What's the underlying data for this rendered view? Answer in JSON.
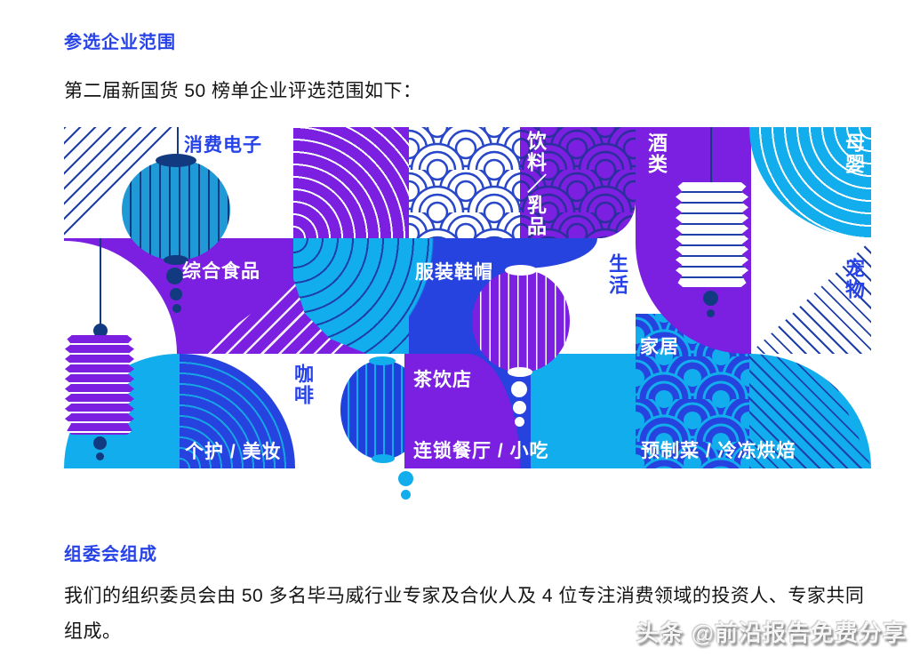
{
  "page": {
    "section1": {
      "heading": "参选企业范围",
      "intro": "第二届新国货 50 榜单企业评选范围如下："
    },
    "section2": {
      "heading": "组委会组成",
      "body": "我们的组织委员会由 50 多名毕马威行业专家及合伙人及 4 位专注消费领域的投资人、专家共同组成。"
    },
    "watermark": "头条 @前沿报告免费分享"
  },
  "mosaic": {
    "labels": {
      "consumer_electronics": "消费电子",
      "general_food": "综合食品",
      "apparel": "服装鞋帽",
      "beverage_dairy": "饮料／乳品",
      "alcohol": "酒类",
      "mother_baby": "母婴",
      "life": "生活",
      "pets": "宠物",
      "home": "家居",
      "coffee": "咖啡",
      "tea_shop": "茶饮店",
      "personal_care_beauty": "个护 / 美妆",
      "chain_restaurant_snacks": "连锁餐厅 / 小吃",
      "prepared_frozen_bakery": "预制菜 / 冷冻烘焙"
    },
    "icons": [
      "round-lantern-icon",
      "accordion-lantern-icon",
      "seigaiha-wave-pattern",
      "concentric-arcs-pattern",
      "diagonal-stripes-pattern"
    ],
    "colors": {
      "heading_blue": "#2743E8",
      "purple": "#7B1FE0",
      "royal_blue": "#2643E0",
      "cyan": "#12ADEC",
      "lantern_blue": "#1F9AD7",
      "navy": "#123A80",
      "line_blue": "#1E3EAA",
      "white": "#FFFFFF"
    }
  }
}
